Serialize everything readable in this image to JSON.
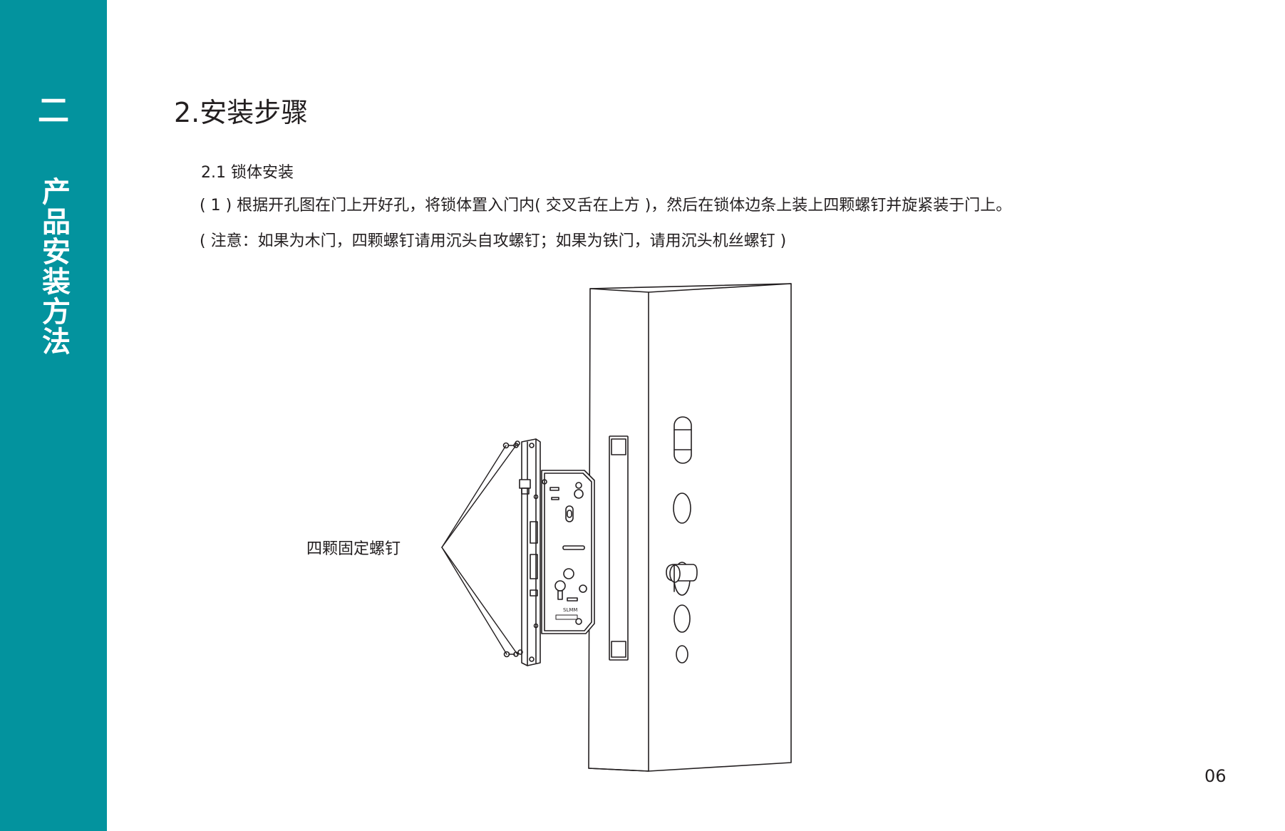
{
  "sidebar": {
    "chapter_number": "二",
    "chapter_title": "产品安装方法",
    "color": "#03939e"
  },
  "section": {
    "title": "2.安装步骤",
    "subtitle": "2.1 锁体安装",
    "lines": [
      "( 1 ) 根据开孔图在门上开好孔，将锁体置入门内( 交叉舌在上方 )，然后在锁体边条上装上四颗螺钉并旋紧装于门上。",
      "( 注意：如果为木门，四颗螺钉请用沉头自攻螺钉；如果为铁门，请用沉头机丝螺钉 )"
    ]
  },
  "diagram": {
    "callout_label": "四颗固定螺钉",
    "body_marking": "SLMM"
  },
  "page_number": "06"
}
